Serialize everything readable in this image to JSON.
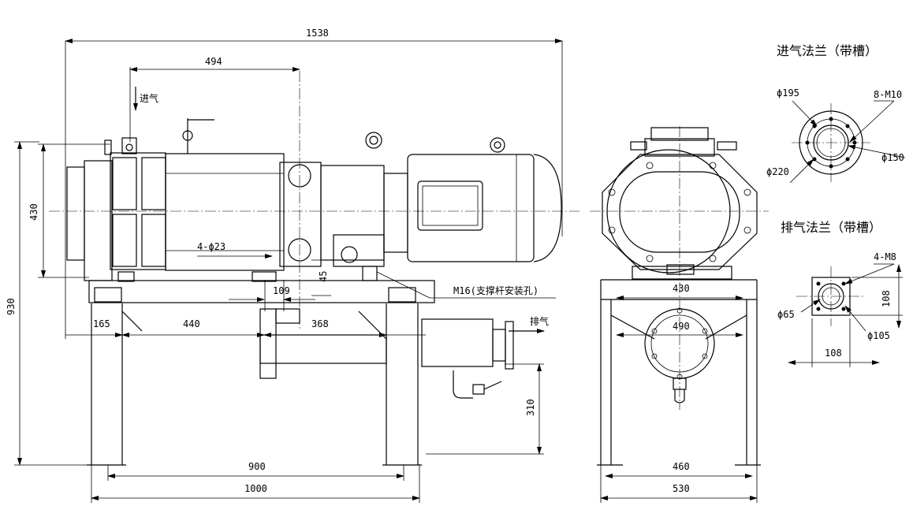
{
  "side_view": {
    "dims": {
      "overall_length": "1538",
      "inlet_offset": "494",
      "height_430": "430",
      "overall_height": "930",
      "bolt_holes": "4-ϕ23",
      "dim_45": "45",
      "dim_109": "109",
      "dim_165": "165",
      "dim_440": "440",
      "dim_368": "368",
      "dim_310": "310",
      "dim_900": "900",
      "dim_1000": "1000"
    },
    "labels": {
      "inlet": "进气",
      "outlet": "排气",
      "support_hole": "M16(支撑杆安装孔)"
    }
  },
  "end_view": {
    "dims": {
      "dim_430": "430",
      "dim_490": "490",
      "dim_460": "460",
      "dim_530": "530"
    }
  },
  "inlet_flange": {
    "title": "进气法兰（带槽）",
    "dims": {
      "d195": "ϕ195",
      "bolts": "8-M10",
      "d220": "ϕ220",
      "d150": "ϕ150"
    }
  },
  "outlet_flange": {
    "title": "排气法兰（带槽）",
    "dims": {
      "bolts": "4-M8",
      "d65": "ϕ65",
      "d105": "ϕ105",
      "h108": "108",
      "w108": "108"
    }
  }
}
